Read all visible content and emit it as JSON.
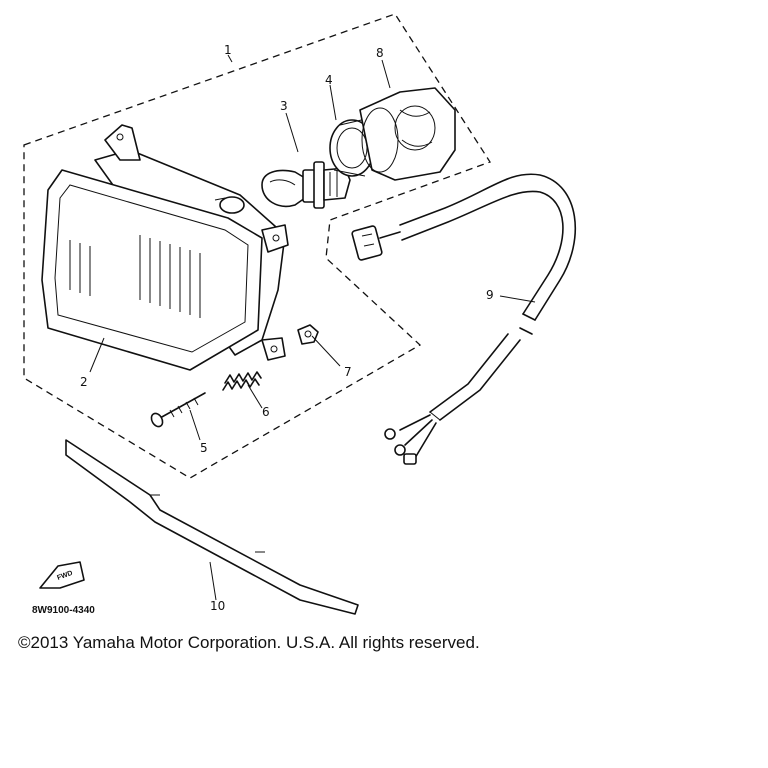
{
  "diagram": {
    "callouts": [
      {
        "id": "1",
        "label": "1"
      },
      {
        "id": "2",
        "label": "2"
      },
      {
        "id": "3",
        "label": "3"
      },
      {
        "id": "4",
        "label": "4"
      },
      {
        "id": "5",
        "label": "5"
      },
      {
        "id": "6",
        "label": "6"
      },
      {
        "id": "7",
        "label": "7"
      },
      {
        "id": "8",
        "label": "8"
      },
      {
        "id": "9",
        "label": "9"
      },
      {
        "id": "10",
        "label": "10"
      }
    ],
    "diagram_code": "8W9100-4340",
    "fwd_label": "FWD"
  },
  "footer": {
    "copyright": "©2013 Yamaha Motor Corporation. U.S.A. All rights reserved."
  }
}
